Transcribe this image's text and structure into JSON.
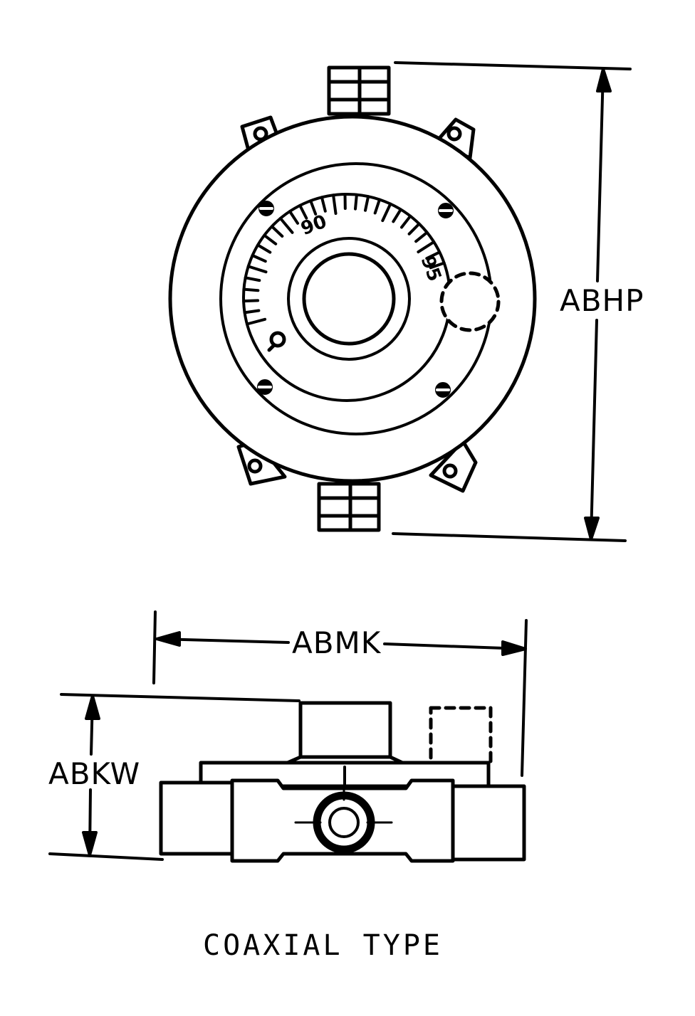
{
  "dimensions": {
    "height_top_view": "ABHP",
    "width_side_view": "ABMK",
    "height_side_view": "ABKW"
  },
  "dial_numbers": [
    "90",
    "95"
  ],
  "caption": "COAXIAL TYPE",
  "colors": {
    "ink": "#000000",
    "paper": "#ffffff"
  }
}
